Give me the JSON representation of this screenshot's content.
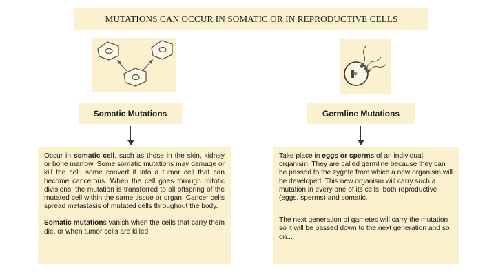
{
  "title": "MUTATIONS CAN OCCUR IN SOMATIC OR IN REPRODUCTIVE CELLS",
  "somatic": {
    "heading": "Somatic Mutations",
    "p1_pre": "Occur in ",
    "p1_bold": "somatic cell",
    "p1_post": ", such as those in the skin, kidney or bone marrow. Some somatic mutations may damage or kill the cell, some convert it into a tumor cell that can become cancerous. When the cell goes through mitotic divisions, the mutation is transferred to all offspring of the mutated cell within the same tissue or organ. Cancer cells spread metastasis of mutated cells throughout the body.",
    "p2_bold": "Somatic mutation",
    "p2_post": "s vanish when the cells that carry them die, or when tumor cells are killed."
  },
  "germline": {
    "heading": "Germline Mutations",
    "p1_pre": "Take place in ",
    "p1_bold": "eggs or sperms",
    "p1_post": " of an individual organism. They are called germline because they can be passed to the zygote from which a new organism will be developed. This new organism will carry such a mutation in every one of its cells, both reproductive (eggs, sperms) and somatic.",
    "p2": "The next generation of gametes will carry the mutation so it will be passed down to the next generation and so on..."
  },
  "colors": {
    "box_fill": "#fbf1cf",
    "cell_outline": "#555555",
    "text": "#1a1a1a"
  },
  "icons": [
    "dividing-cells-icon",
    "egg-and-sperm-icon",
    "down-arrow-icon"
  ]
}
